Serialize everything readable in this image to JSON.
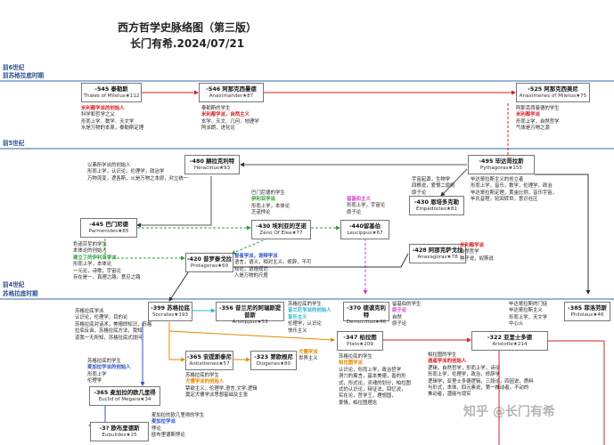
{
  "title": "西方哲学史脉络图（第三版）",
  "subtitle": "长门有希.2024/07/21",
  "eras": [
    {
      "label": "前6世纪",
      "sublabel": "前苏格拉底时期"
    },
    {
      "label": "前5世纪",
      "sublabel": ""
    },
    {
      "label": "前4世纪",
      "sublabel": "苏格拉底时期"
    }
  ],
  "nodes": {
    "thales": {
      "name": "-545 泰勒斯",
      "sub": "Thales of Miletus★112"
    },
    "anaximander": {
      "name": "-546 阿那克西曼德",
      "sub": "Anaximander★87"
    },
    "anaximenes": {
      "name": "-525 阿那克西美尼",
      "sub": "Anaximenes of Miletus★75"
    },
    "heraclitus": {
      "name": "-480 赫拉克利特",
      "sub": "Heraclitus★93"
    },
    "pythagoras": {
      "name": "-495 毕达哥拉斯",
      "sub": "Pythagoras★155"
    },
    "empedocles": {
      "name": "-430 恩培多克勒",
      "sub": "Empedocles★81"
    },
    "parmenides": {
      "name": "-445 巴门尼德",
      "sub": "Parmenides★85"
    },
    "zeno": {
      "name": "-430 埃利亚的芝诺",
      "sub": "Zeno Of Elea★77"
    },
    "leucippus": {
      "name": "-440留基伯",
      "sub": "Leucippus★67"
    },
    "anaxagoras": {
      "name": "-428 阿那克萨戈拉",
      "sub": "Anaxagoras★78"
    },
    "protagoras": {
      "name": "-420 普罗泰戈拉",
      "sub": "Protagoras★69"
    },
    "socrates": {
      "name": "-399 苏格拉底",
      "sub": "Socrates★193"
    },
    "aristippus": {
      "name": "-356 昔兰尼的阿瑞斯提普斯",
      "sub": "Aristippus★53"
    },
    "democritus": {
      "name": "-370 德谟克利特",
      "sub": "Democritus★46"
    },
    "philolaus": {
      "name": "-385 菲洛劳斯",
      "sub": "Philolaus★46"
    },
    "plato": {
      "name": "-347 柏拉图",
      "sub": "Plato★209"
    },
    "aristotle": {
      "name": "-322 亚里士多德",
      "sub": "Aristotle★214"
    },
    "antisthenes": {
      "name": "-365 安提斯泰尼",
      "sub": "Antisthenes★57"
    },
    "diogenes": {
      "name": "-323 第欧根尼",
      "sub": "Diogenes★80"
    },
    "euclid": {
      "name": "-365 麦加拉的欧几里得",
      "sub": "Euclid of Megara★34"
    },
    "eubulides": {
      "name": "-3? 欧布里德斯",
      "sub": "Eubulides★25"
    }
  },
  "notes": {
    "thales": [
      {
        "t": "米利都学派的创始人",
        "c": "red"
      },
      {
        "t": "科学和哲学之父",
        "c": ""
      },
      {
        "t": "形而上学、数学、天文学",
        "c": ""
      },
      {
        "t": "水是万物的本原，泰勒斯定理",
        "c": ""
      }
    ],
    "anaximander": [
      {
        "t": "泰勒斯的学生",
        "c": ""
      },
      {
        "t": "米利都学派，自然主义",
        "c": "red"
      },
      {
        "t": "玄学、天文、几何、地理学",
        "c": ""
      },
      {
        "t": "阿派朗，进化论",
        "c": ""
      }
    ],
    "anaximenes": [
      {
        "t": "阿那克西曼德的学生",
        "c": ""
      },
      {
        "t": "米利都学派",
        "c": "red"
      },
      {
        "t": "形而上学，自然哲学",
        "c": ""
      },
      {
        "t": "气体是万物之源",
        "c": ""
      }
    ],
    "heraclitus": [
      {
        "t": "以弗所学派的创始人",
        "c": ""
      },
      {
        "t": "形而上学，认识论，伦理学，政治学",
        "c": ""
      },
      {
        "t": "万物流变，逻各斯，火是万物之本原，对立统一",
        "c": ""
      }
    ],
    "pythagoras": [
      {
        "t": "毕达哥拉斯主义的创立者",
        "c": ""
      },
      {
        "t": "形而上学，音乐，数学，伦理学，政治",
        "c": ""
      },
      {
        "t": "毕达哥拉斯定理，黄金比例，音乐宇宙，",
        "c": ""
      },
      {
        "t": "毕氏音程，轮回转世，意识社区",
        "c": ""
      }
    ],
    "empedocles": [
      {
        "t": "宇宙起源，生物学",
        "c": ""
      },
      {
        "t": "四根说，爱恨二原则",
        "c": ""
      },
      {
        "t": "原子论",
        "c": ""
      }
    ],
    "parmenides": [
      {
        "t": "色诺芬尼的学生",
        "c": ""
      },
      {
        "t": "本体论的创始人",
        "c": ""
      },
      {
        "t": "建立了的伊利亚学派",
        "c": "green"
      },
      {
        "t": "形而上学，本体论",
        "c": ""
      },
      {
        "t": "一元论，诗歌，宇宙论",
        "c": ""
      },
      {
        "t": "存在是一，真理之路，意见之路",
        "c": ""
      }
    ],
    "zeno": [
      {
        "t": "巴门尼德的学生",
        "c": ""
      },
      {
        "t": "伊利亚学派",
        "c": "green"
      },
      {
        "t": "形而上学，本体论",
        "c": ""
      },
      {
        "t": "芝诺悖论",
        "c": ""
      }
    ],
    "leucippus": [
      {
        "t": "留基伯主义",
        "c": "mag"
      },
      {
        "t": "形而上学，宇宙论",
        "c": ""
      },
      {
        "t": "原子论",
        "c": ""
      }
    ],
    "anaxagoras": [
      {
        "t": "米利都学派",
        "c": "red"
      },
      {
        "t": "自然哲学",
        "c": ""
      },
      {
        "t": "种子说，奴斯说",
        "c": ""
      }
    ],
    "protagoras": [
      {
        "t": "智者学派，诡辩学派",
        "c": "blue"
      },
      {
        "t": "语言，语义，相对主义，修辞，不可",
        "c": ""
      },
      {
        "t": "知论，道德规范",
        "c": ""
      },
      {
        "t": "人是万物的尺度",
        "c": ""
      }
    ],
    "socrates_left": [
      {
        "t": "苏格拉底学派",
        "c": ""
      },
      {
        "t": "认识论，伦理学，目的论",
        "c": ""
      },
      {
        "t": "苏格拉底对话术，美德即知识，苏格",
        "c": ""
      },
      {
        "t": "拉底反讽，苏格拉底方法，我知",
        "c": ""
      },
      {
        "t": "道我一无所知，苏格拉底式提问",
        "c": ""
      }
    ],
    "aristippus": [
      {
        "t": "苏格拉底的学生",
        "c": ""
      },
      {
        "t": "昔兰尼学派的创始人",
        "c": "cyan"
      },
      {
        "t": "享乐主义",
        "c": "cyan"
      },
      {
        "t": "伦理学，认识论",
        "c": ""
      },
      {
        "t": "快乐主义",
        "c": ""
      }
    ],
    "democritus": [
      {
        "t": "留基伯的学生",
        "c": ""
      },
      {
        "t": "原子论",
        "c": "mag"
      },
      {
        "t": "自然",
        "c": ""
      },
      {
        "t": "原子论",
        "c": ""
      }
    ],
    "philolaus": [
      {
        "t": "毕达哥拉斯的门徒",
        "c": ""
      },
      {
        "t": "毕达哥拉斯主义",
        "c": ""
      },
      {
        "t": "形而上学，天文学",
        "c": ""
      },
      {
        "t": "中心火",
        "c": ""
      }
    ],
    "antisthenes": [
      {
        "t": "苏格拉底的学生",
        "c": ""
      },
      {
        "t": "犬儒学派的创始人",
        "c": "orange"
      },
      {
        "t": "禁欲主义，伦理学,语言,文学,逻辑",
        "c": ""
      },
      {
        "t": "奠定犬儒学派思想基础及主张",
        "c": ""
      }
    ],
    "diogenes": [
      {
        "t": "犬儒学派",
        "c": "orange"
      },
      {
        "t": "世界主义",
        "c": ""
      }
    ],
    "euclid_left": [
      {
        "t": "苏格拉底的学生",
        "c": ""
      },
      {
        "t": "麦加拉学派的创始人",
        "c": "blue"
      },
      {
        "t": "形而上学",
        "c": ""
      },
      {
        "t": "伦理学",
        "c": ""
      }
    ],
    "eubulides": [
      {
        "t": "麦加拉的欧几里得的学生",
        "c": ""
      },
      {
        "t": "麦加拉学派",
        "c": "blue"
      },
      {
        "t": "悖论",
        "c": ""
      },
      {
        "t": "欧布里德斯悖论",
        "c": ""
      }
    ],
    "plato": [
      {
        "t": "苏格拉底的学生",
        "c": ""
      },
      {
        "t": "柏拉图学派",
        "c": "orange"
      },
      {
        "t": "认识论，形而上学，政治哲学",
        "c": ""
      },
      {
        "t": "洞穴的寓言，基本美德，善的形",
        "c": ""
      },
      {
        "t": "式，形式论，灵魂的划分，柏拉图",
        "c": ""
      },
      {
        "t": "式的认识论，辩证法，回忆说，",
        "c": ""
      },
      {
        "t": "实在论，哲学王，理想国，",
        "c": ""
      },
      {
        "t": "爱情，柏拉图理念",
        "c": ""
      }
    ],
    "aristotle": [
      {
        "t": "柏拉图的学生",
        "c": ""
      },
      {
        "t": "逍遥学派的创始人",
        "c": "red"
      },
      {
        "t": "逻辑，自然哲学，形而上学，诗论",
        "c": ""
      },
      {
        "t": "形而上学，伦理学，政治，修辞学",
        "c": ""
      },
      {
        "t": "逻辑学，亚里士多德逻辑，三段论，四因说，质料",
        "c": ""
      },
      {
        "t": "与形式，本体，四元素说，第一推动者，不动的",
        "c": ""
      },
      {
        "t": "推动者，潜能与现实",
        "c": ""
      }
    ]
  },
  "watermark": "知乎 @长门有希"
}
